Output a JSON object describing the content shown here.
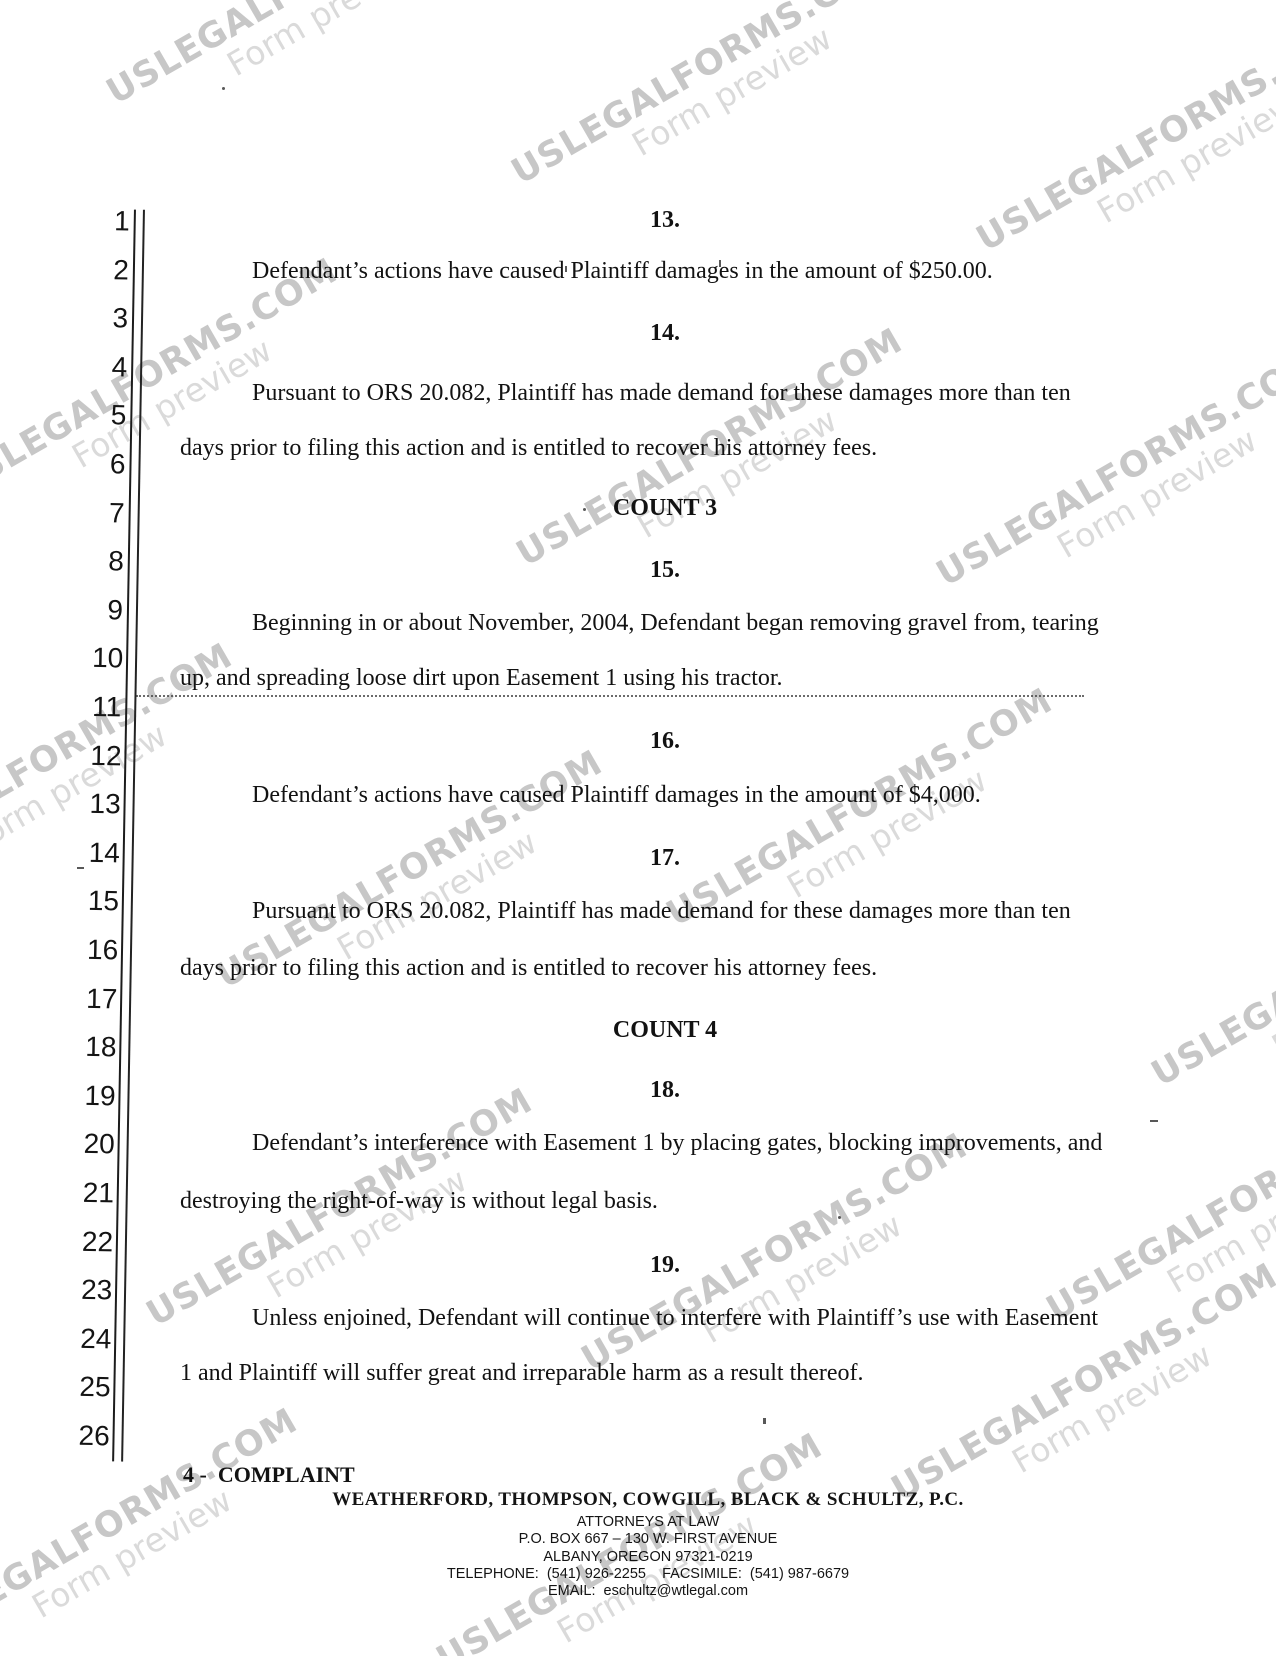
{
  "watermark": {
    "brand": "USLEGALFORMS.COM",
    "label": "Form preview",
    "brand_color": "#c7c7c7",
    "label_color": "#dadada"
  },
  "margin": {
    "line_numbers": [
      "1",
      "2",
      "3",
      "4",
      "5",
      "6",
      "7",
      "8",
      "9",
      "10",
      "11",
      "12",
      "13",
      "14",
      "15",
      "16",
      "17",
      "18",
      "19",
      "20",
      "21",
      "22",
      "23",
      "24",
      "25",
      "26"
    ]
  },
  "document": {
    "blocks": [
      {
        "kind": "number",
        "text": "13.",
        "indent": false
      },
      {
        "kind": "line",
        "text": "Defendant’s actions have caused Plaintiff damages in the amount of $250.00.",
        "indent": true
      },
      {
        "kind": "number",
        "text": "14.",
        "indent": false
      },
      {
        "kind": "line",
        "text": "Pursuant to ORS 20.082, Plaintiff has made demand for these damages more than ten",
        "indent": true
      },
      {
        "kind": "line",
        "text": "days prior to filing this action and is entitled to recover his attorney fees.",
        "indent": false
      },
      {
        "kind": "heading",
        "text": "COUNT 3",
        "indent": false
      },
      {
        "kind": "number",
        "text": "15.",
        "indent": false
      },
      {
        "kind": "line",
        "text": "Beginning in or about November, 2004, Defendant began removing gravel from, tearing",
        "indent": true
      },
      {
        "kind": "line",
        "text": "up, and spreading loose dirt upon Easement 1 using his tractor.",
        "indent": false
      },
      {
        "kind": "number",
        "text": "16.",
        "indent": false
      },
      {
        "kind": "line",
        "text": "Defendant’s actions have caused Plaintiff damages in the amount of $4,000.",
        "indent": true
      },
      {
        "kind": "number",
        "text": "17.",
        "indent": false
      },
      {
        "kind": "line",
        "text": "Pursuant to ORS 20.082, Plaintiff has made demand for these damages more than ten",
        "indent": true
      },
      {
        "kind": "line",
        "text": "days prior to filing this action and is entitled to recover his attorney fees.",
        "indent": false
      },
      {
        "kind": "heading",
        "text": "COUNT 4",
        "indent": false
      },
      {
        "kind": "number",
        "text": "18.",
        "indent": false
      },
      {
        "kind": "line",
        "text": "Defendant’s interference with Easement 1 by placing gates, blocking improvements, and",
        "indent": true
      },
      {
        "kind": "line",
        "text": "destroying the right-of-way is without legal basis.",
        "indent": false
      },
      {
        "kind": "number",
        "text": "19.",
        "indent": false
      },
      {
        "kind": "line",
        "text": "Unless enjoined, Defendant will continue to interfere with Plaintiff’s use with Easement",
        "indent": true
      },
      {
        "kind": "line",
        "text": "1 and Plaintiff will suffer great and irreparable harm as a result thereof.",
        "indent": false
      }
    ]
  },
  "footer": {
    "page_label": "4 -  COMPLAINT",
    "firm_name": "WEATHERFORD, THOMPSON, COWGILL, BLACK & SCHULTZ, P.C.",
    "firm_title": "ATTORNEYS AT LAW",
    "address_line1": "P.O. BOX 667 – 130 W. FIRST AVENUE",
    "address_line2": "ALBANY, OREGON 97321-0219",
    "phone_line": "TELEPHONE:  (541) 926-2255    FACSIMILE:  (541) 987-6679",
    "email_line": "EMAIL:  eschultz@wtlegal.com"
  }
}
